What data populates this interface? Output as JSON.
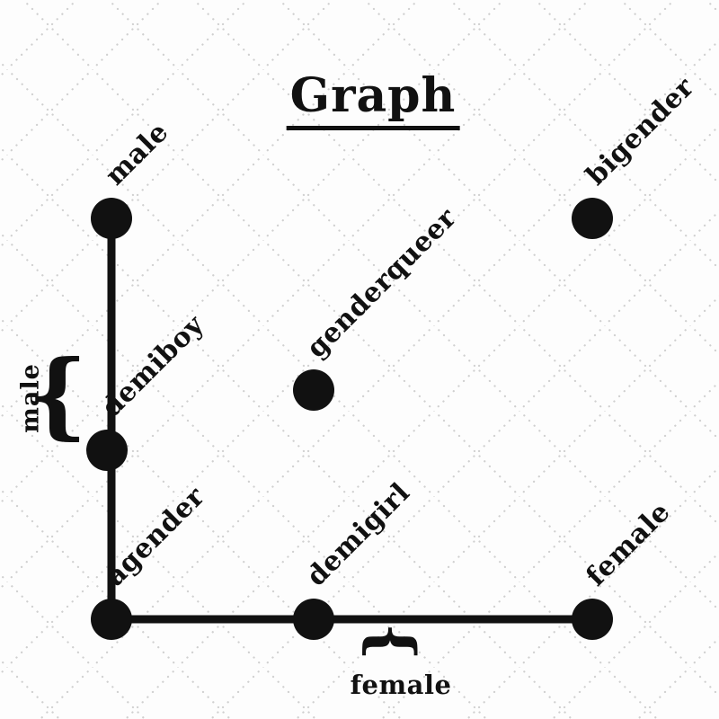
{
  "title": "Graph",
  "graph": {
    "nodes": [
      {
        "id": "male",
        "label": "male"
      },
      {
        "id": "bigender",
        "label": "bigender"
      },
      {
        "id": "genderqueer",
        "label": "genderqueer"
      },
      {
        "id": "demiboy",
        "label": "demiboy"
      },
      {
        "id": "agender",
        "label": "agender"
      },
      {
        "id": "demigirl",
        "label": "demigirl"
      },
      {
        "id": "female",
        "label": "female"
      }
    ],
    "edges": [
      {
        "from": "male",
        "to": "agender",
        "through": "demiboy"
      },
      {
        "from": "agender",
        "to": "female",
        "through": "demigirl"
      }
    ]
  },
  "annotations": {
    "left_brace_label": "male",
    "bottom_brace_label": "female",
    "brace_glyph": "{"
  },
  "colors": {
    "ink": "#111111",
    "lattice_dots": "#cfcfcf",
    "background": "#fdfdfd"
  }
}
